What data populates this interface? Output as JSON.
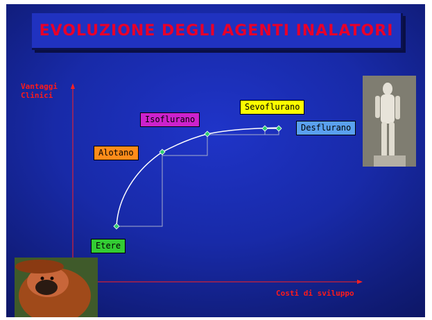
{
  "slide": {
    "title": "EVOLUZIONE DEGLI AGENTI INALATORI",
    "y_axis_label": "Vantaggi\nClinici",
    "x_axis_label": "Costi di sviluppo",
    "colors": {
      "background": "#1a2db4",
      "axis": "#ff2020",
      "title_text": "#e8002a"
    }
  },
  "agents": [
    {
      "name": "Etere",
      "color": "#33cc33"
    },
    {
      "name": "Alotano",
      "color": "#ff8c1a"
    },
    {
      "name": "Isoflurano",
      "color": "#cc22cc"
    },
    {
      "name": "Sevoflurano",
      "color": "#ffff00"
    },
    {
      "name": "Desflurano",
      "color": "#5aa0f0"
    }
  ],
  "images": {
    "left": "orangutan-photo",
    "right": "david-statue-photo"
  }
}
